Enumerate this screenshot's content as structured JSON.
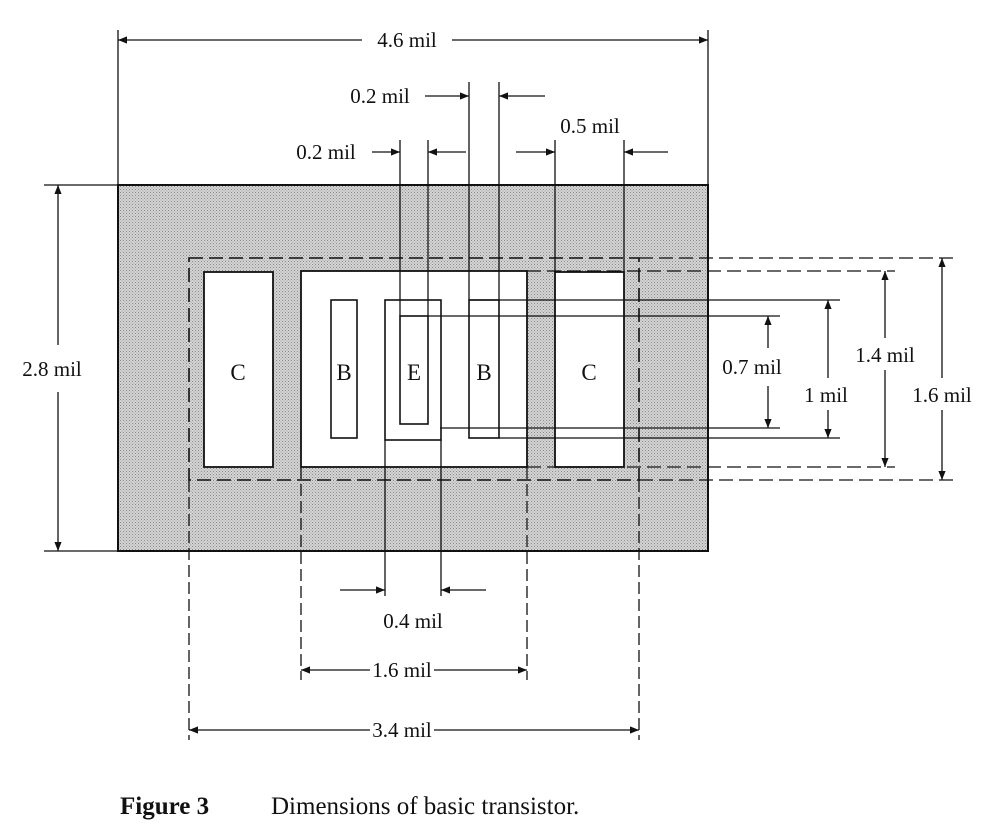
{
  "caption": {
    "number": "Figure 3",
    "text": "Dimensions of basic transistor."
  },
  "regions": {
    "collector_left": "C",
    "base_left": "B",
    "emitter": "E",
    "base_right": "B",
    "collector_right": "C"
  },
  "dimensions": {
    "overall_width": "4.6 mil",
    "base_gap": "0.2 mil",
    "emitter_gap": "0.2 mil",
    "collector_width": "0.5 mil",
    "overall_height": "2.8 mil",
    "emitter_height": "0.7 mil",
    "base_height": "1 mil",
    "base_diffusion_height": "1.4 mil",
    "isolation_height": "1.6 mil",
    "emitter_width": "0.4 mil",
    "base_region_width": "1.6 mil",
    "isolation_width": "3.4 mil"
  },
  "colors": {
    "substrate": "#c9c9c9",
    "line": "#111111"
  }
}
